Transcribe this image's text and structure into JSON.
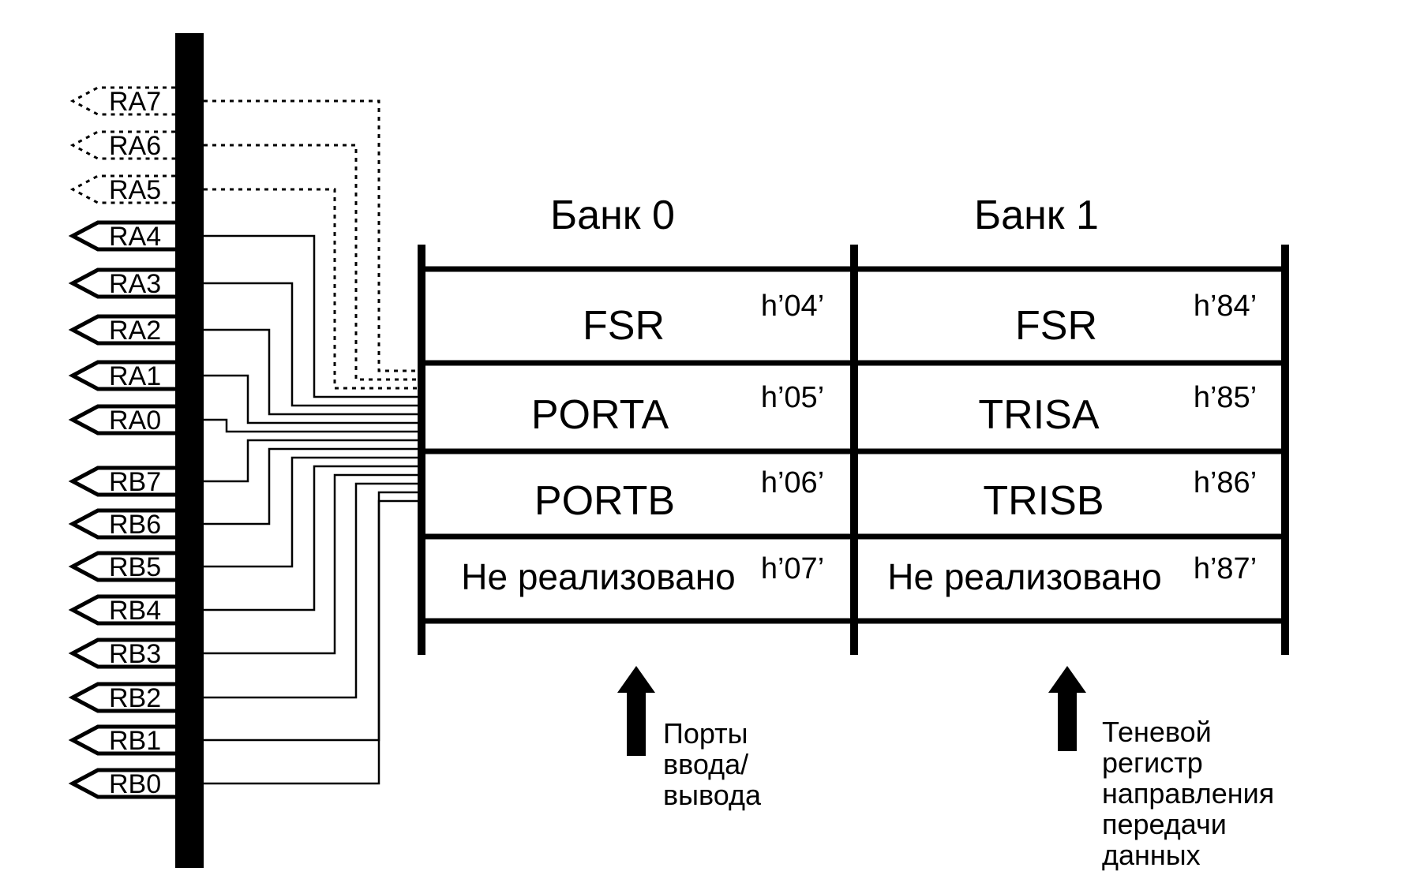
{
  "pins": [
    {
      "label": "RA7",
      "style": "dashed"
    },
    {
      "label": "RA6",
      "style": "dashed"
    },
    {
      "label": "RA5",
      "style": "dashed"
    },
    {
      "label": "RA4",
      "style": "solid"
    },
    {
      "label": "RA3",
      "style": "solid"
    },
    {
      "label": "RA2",
      "style": "solid"
    },
    {
      "label": "RA1",
      "style": "solid"
    },
    {
      "label": "RA0",
      "style": "solid"
    },
    {
      "label": "RB7",
      "style": "solid"
    },
    {
      "label": "RB6",
      "style": "solid"
    },
    {
      "label": "RB5",
      "style": "solid"
    },
    {
      "label": "RB4",
      "style": "solid"
    },
    {
      "label": "RB3",
      "style": "solid"
    },
    {
      "label": "RB2",
      "style": "solid"
    },
    {
      "label": "RB1",
      "style": "solid"
    },
    {
      "label": "RB0",
      "style": "solid"
    }
  ],
  "banks": [
    {
      "title": "Банк 0"
    },
    {
      "title": "Банк 1"
    }
  ],
  "registers": [
    {
      "bank0": {
        "name": "FSR",
        "addr": "h’04’"
      },
      "bank1": {
        "name": "FSR",
        "addr": "h’84’"
      }
    },
    {
      "bank0": {
        "name": "PORTA",
        "addr": "h’05’"
      },
      "bank1": {
        "name": "TRISA",
        "addr": "h’85’"
      }
    },
    {
      "bank0": {
        "name": "PORTB",
        "addr": "h’06’"
      },
      "bank1": {
        "name": "TRISB",
        "addr": "h’86’"
      }
    },
    {
      "bank0": {
        "name": "Не реализовано",
        "addr": "h’07’"
      },
      "bank1": {
        "name": "Не реализовано",
        "addr": "h’87’"
      }
    }
  ],
  "notes": {
    "bank0": [
      "Порты",
      "ввода/",
      "вывода"
    ],
    "bank1": [
      "Теневой",
      "регистр",
      "направления",
      "передачи",
      "данных"
    ]
  }
}
